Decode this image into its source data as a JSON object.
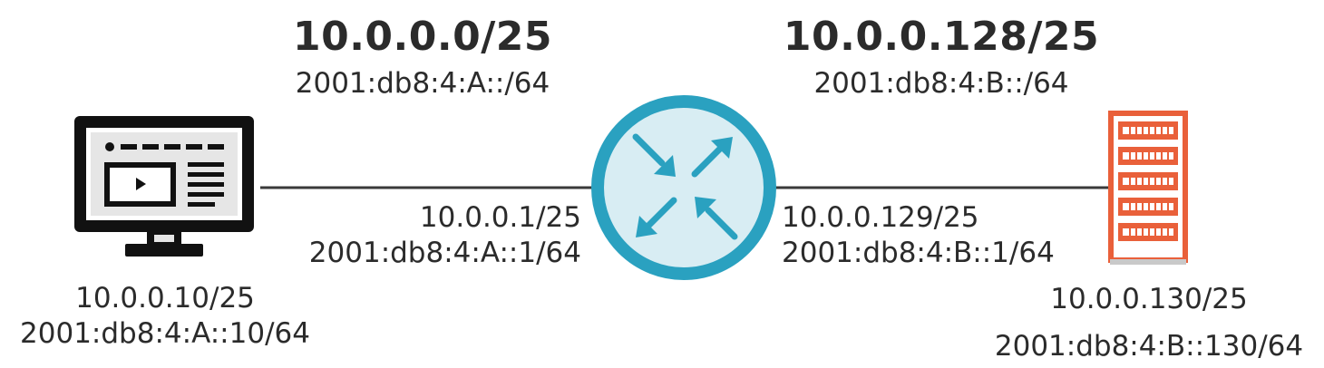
{
  "colors": {
    "router_fill": "#d8edf3",
    "router_ring": "#2aa1c0",
    "server": "#e9603a",
    "text": "#2b2b2b",
    "link": "#3a3a3a",
    "monitor": "#111111"
  },
  "subnets": {
    "left": {
      "ipv4": "10.0.0.0/25",
      "ipv6": "2001:db8:4:A::/64"
    },
    "right": {
      "ipv4": "10.0.0.128/25",
      "ipv6": "2001:db8:4:B::/64"
    }
  },
  "router": {
    "left_interface": {
      "ipv4": "10.0.0.1/25",
      "ipv6": "2001:db8:4:A::1/64"
    },
    "right_interface": {
      "ipv4": "10.0.0.129/25",
      "ipv6": "2001:db8:4:B::1/64"
    }
  },
  "hosts": {
    "client": {
      "ipv4": "10.0.0.10/25",
      "ipv6": "2001:db8:4:A::10/64"
    },
    "server": {
      "ipv4": "10.0.0.130/25",
      "ipv6": "2001:db8:4:B::130/64"
    }
  }
}
